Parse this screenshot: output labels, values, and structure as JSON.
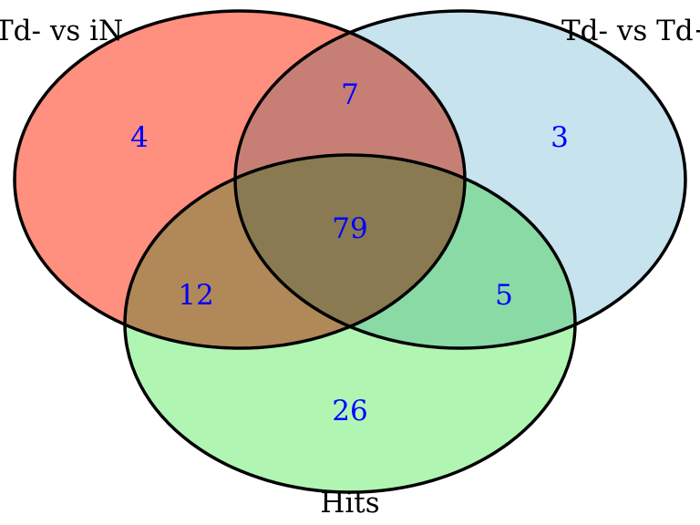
{
  "diagram": {
    "type": "venn3",
    "sets": [
      {
        "id": "A",
        "label": "Td- vs iN",
        "color": "#ff8f7e"
      },
      {
        "id": "B",
        "label": "Td- vs Td+",
        "color": "#c7e3ed"
      },
      {
        "id": "C",
        "label": "Hits",
        "color": "#b1f5b3"
      }
    ],
    "regions": [
      {
        "id": "A_only",
        "sets": [
          "A"
        ],
        "count": "4"
      },
      {
        "id": "B_only",
        "sets": [
          "B"
        ],
        "count": "3"
      },
      {
        "id": "AB",
        "sets": [
          "A",
          "B"
        ],
        "count": "7"
      },
      {
        "id": "ABC",
        "sets": [
          "A",
          "B",
          "C"
        ],
        "count": "79"
      },
      {
        "id": "AC",
        "sets": [
          "A",
          "C"
        ],
        "count": "12"
      },
      {
        "id": "BC",
        "sets": [
          "B",
          "C"
        ],
        "count": "5"
      },
      {
        "id": "C_only",
        "sets": [
          "C"
        ],
        "count": "26"
      }
    ],
    "count_color": "#0000ff",
    "outline_color": "#000000"
  }
}
